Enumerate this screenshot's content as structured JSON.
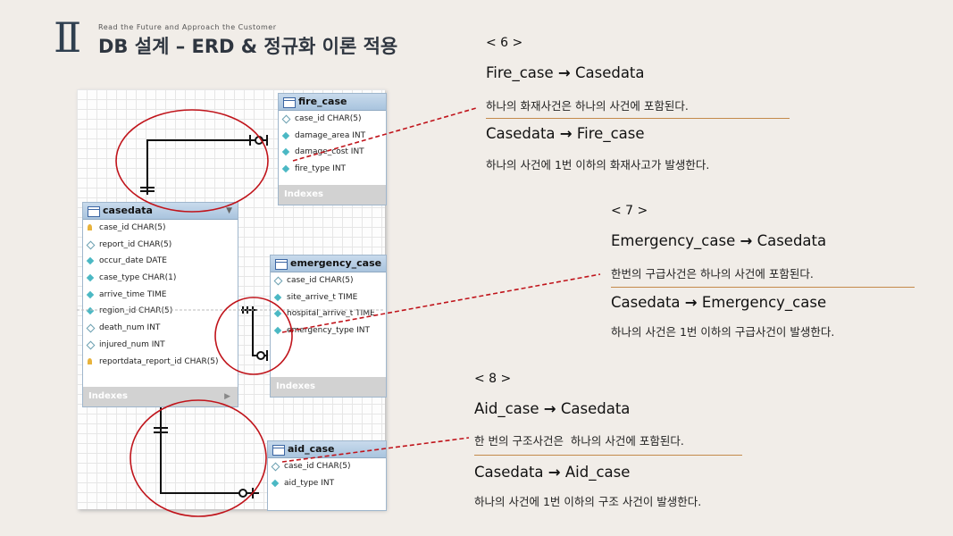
{
  "header": {
    "numeral": "Ⅱ",
    "tagline": "Read the Future and Approach the Customer",
    "title": "DB 설계 – ERD & 정규화 이론 적용"
  },
  "erd": {
    "fire_case": {
      "name": "fire_case",
      "columns": [
        "case_id CHAR(5)",
        "damage_area INT",
        "damage_cost INT",
        "fire_type INT"
      ],
      "indexes": "Indexes"
    },
    "casedata": {
      "name": "casedata",
      "columns": [
        "case_id CHAR(5)",
        "report_id CHAR(5)",
        "occur_date DATE",
        "case_type CHAR(1)",
        "arrive_time TIME",
        "region_id CHAR(5)",
        "death_num INT",
        "injured_num INT",
        "reportdata_report_id CHAR(5)"
      ],
      "indexes": "Indexes"
    },
    "emergency_case": {
      "name": "emergency_case",
      "columns": [
        "case_id CHAR(5)",
        "site_arrive_t TIME",
        "hospital_arrive_t TIME",
        "emergency_type INT"
      ],
      "indexes": "Indexes"
    },
    "aid_case": {
      "name": "aid_case",
      "columns": [
        "case_id CHAR(5)",
        "aid_type INT"
      ]
    }
  },
  "relations": [
    {
      "label": "< 6 >",
      "forward": {
        "from": "Fire_case",
        "to": "Casedata",
        "desc": "하나의 화재사건은 하나의 사건에 포함된다."
      },
      "backward": {
        "from": "Casedata",
        "to": "Fire_case",
        "desc": "하나의 사건에 1번 이하의 화재사고가 발생한다."
      }
    },
    {
      "label": "< 7 >",
      "forward": {
        "from": "Emergency_case",
        "to": "Casedata",
        "desc": "한번의 구급사건은 하나의 사건에 포함된다."
      },
      "backward": {
        "from": "Casedata",
        "to": "Emergency_case",
        "desc": "하나의 사건은 1번 이하의 구급사건이 발생한다."
      }
    },
    {
      "label": "< 8 >",
      "forward": {
        "from": "Aid_case",
        "to": "Casedata",
        "desc": "한 번의 구조사건은  하나의 사건에 포함된다."
      },
      "backward": {
        "from": "Casedata",
        "to": "Aid_case",
        "desc": "하나의 사건에 1번 이하의 구조 사건이 발생한다."
      }
    }
  ],
  "colors": {
    "highlight_circle": "#c0141b",
    "dashed_connector": "#c0141b",
    "divider": "#c48a4a",
    "table_header": "#a9c4de"
  }
}
